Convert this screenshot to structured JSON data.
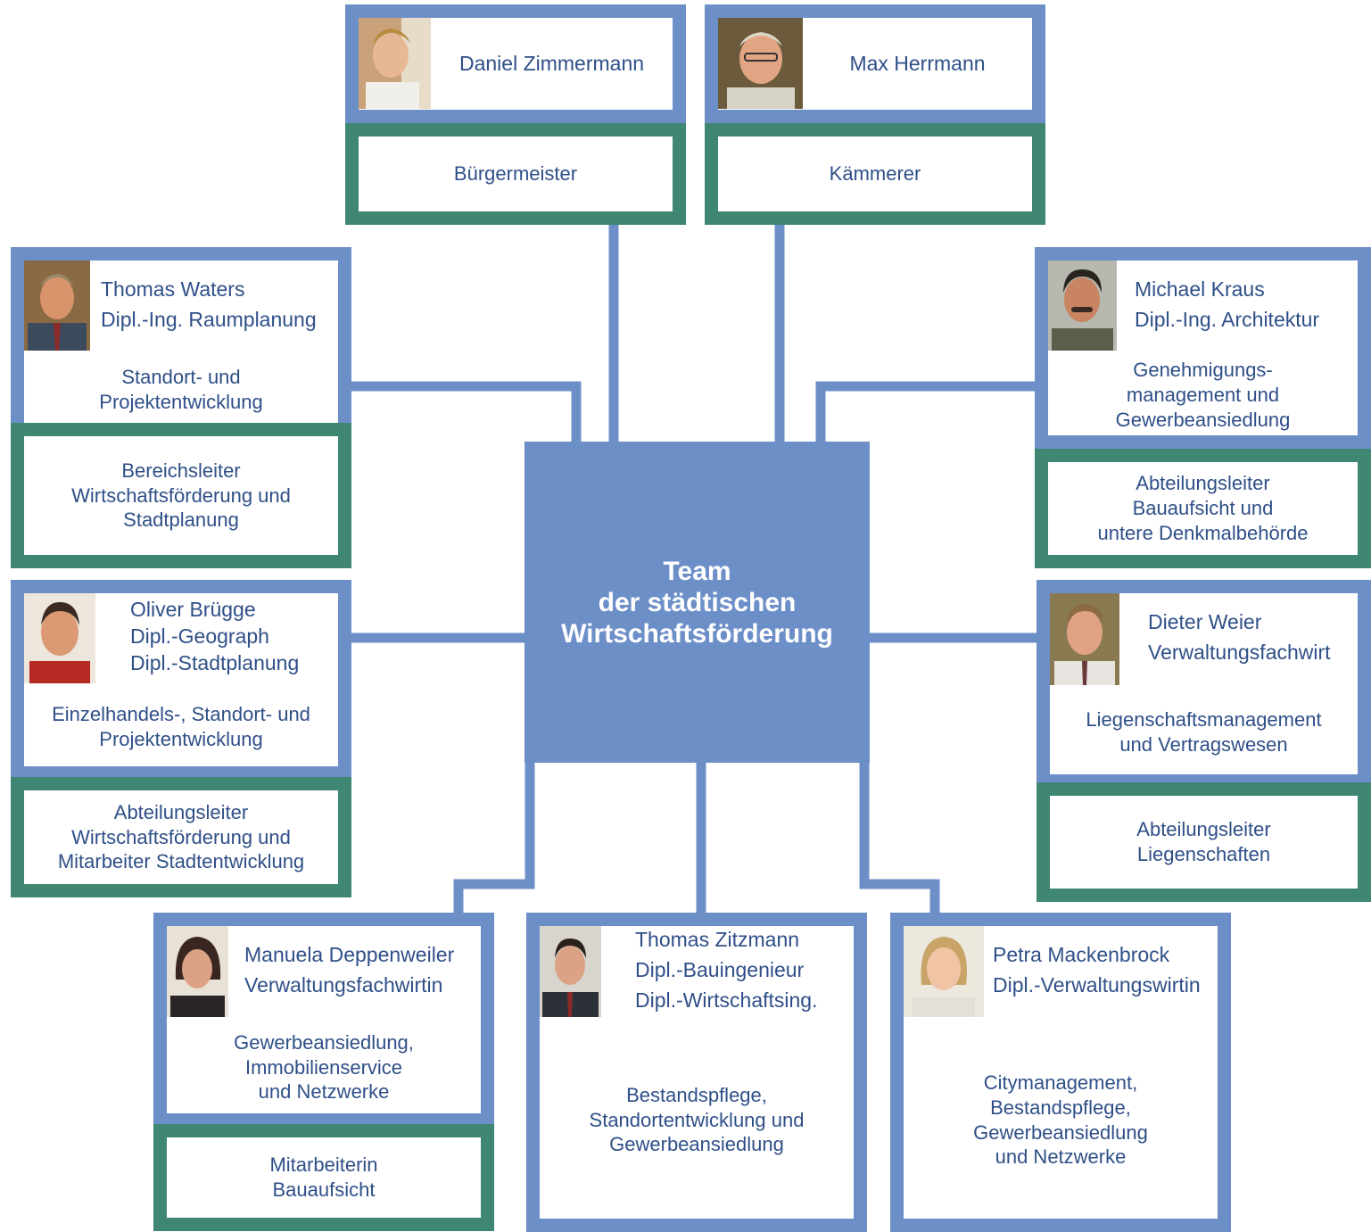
{
  "colors": {
    "blue": "#6d8fc8",
    "green": "#3f8673",
    "text": "#2f4f88"
  },
  "center": {
    "title": "Team\nder städtischen\nWirtschaftsförderung"
  },
  "top": [
    {
      "name": "Daniel Zimmermann",
      "role": "Bürgermeister",
      "photo_icon": "person-photo-icon"
    },
    {
      "name": "Max Herrmann",
      "role": "Kämmerer",
      "photo_icon": "person-photo-icon"
    }
  ],
  "left": [
    {
      "name": "Thomas Waters\nDipl.-Ing. Raumplanung",
      "task": "Standort- und\nProjektentwicklung",
      "role": "Bereichsleiter\nWirtschaftsförderung und\nStadtplanung"
    },
    {
      "name": "Oliver Brügge\nDipl.-Geograph\nDipl.-Stadtplanung",
      "task": "Einzelhandels-, Standort- und\nProjektentwicklung",
      "role": "Abteilungsleiter\nWirtschaftsförderung und\nMitarbeiter Stadtentwicklung"
    }
  ],
  "right": [
    {
      "name": "Michael Kraus\nDipl.-Ing. Architektur",
      "task": "Genehmigungs-\nmanagement und\nGewerbeansiedlung",
      "role": "Abteilungsleiter\nBauaufsicht und\nuntere Denkmalbehörde"
    },
    {
      "name": "Dieter Weier\nVerwaltungsfachwirt",
      "task": "Liegenschaftsmanagement\nund Vertragswesen",
      "role": "Abteilungsleiter\nLiegenschaften"
    }
  ],
  "bottom": [
    {
      "name": "Manuela Deppenweiler\nVerwaltungsfachwirtin",
      "task": "Gewerbeansiedlung,\nImmobilienservice\nund Netzwerke",
      "role": "Mitarbeiterin\nBauaufsicht"
    },
    {
      "name": "Thomas Zitzmann\nDipl.-Bauingenieur\nDipl.-Wirtschaftsing.",
      "task": "Bestandspflege,\nStandortentwicklung und\nGewerbeansiedlung"
    },
    {
      "name": "Petra Mackenbrock\nDipl.-Verwaltungswirtin",
      "task": "Citymanagement,\nBestandspflege,\nGewerbeansiedlung\nund Netzwerke"
    }
  ]
}
